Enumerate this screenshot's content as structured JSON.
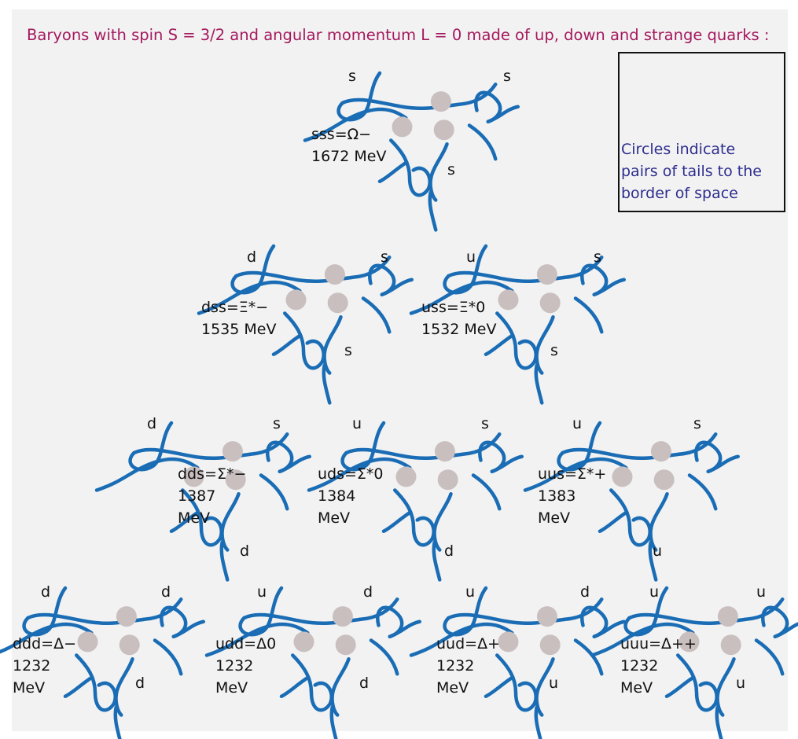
{
  "title": "Baryons with spin S = 3/2 and angular momentum L = 0 made of up, down and strange quarks :",
  "legend": {
    "text_lines": [
      "Circles indicate",
      "pairs of tails to the",
      "border of space"
    ]
  },
  "colors": {
    "title": "#a4195e",
    "strand": "#1a6db5",
    "circle": "#c9bfbf",
    "legend_text": "#2e2e8f"
  },
  "baryons": [
    {
      "id": "omega_minus",
      "formula": "sss=Ω−",
      "mass": [
        "1672 MeV"
      ],
      "quarks": [
        "s",
        "s",
        "s"
      ]
    },
    {
      "id": "xi_star_minus",
      "formula": "dss=Ξ*−",
      "mass": [
        "1535 MeV"
      ],
      "quarks": [
        "d",
        "s",
        "s"
      ]
    },
    {
      "id": "xi_star_zero",
      "formula": "uss=Ξ*0",
      "mass": [
        "1532 MeV"
      ],
      "quarks": [
        "u",
        "s",
        "s"
      ]
    },
    {
      "id": "sigma_star_minus",
      "formula": "dds=Σ*−",
      "mass": [
        "1387",
        "MeV"
      ],
      "quarks": [
        "d",
        "s",
        "d"
      ]
    },
    {
      "id": "sigma_star_zero",
      "formula": "uds=Σ*0",
      "mass": [
        "1384",
        "MeV"
      ],
      "quarks": [
        "u",
        "s",
        "d"
      ]
    },
    {
      "id": "sigma_star_plus",
      "formula": "uus=Σ*+",
      "mass": [
        "1383",
        "MeV"
      ],
      "quarks": [
        "u",
        "s",
        "u"
      ]
    },
    {
      "id": "delta_minus",
      "formula": "ddd=Δ−",
      "mass": [
        "1232",
        "MeV"
      ],
      "quarks": [
        "d",
        "d",
        "d"
      ]
    },
    {
      "id": "delta_zero",
      "formula": "udd=Δ0",
      "mass": [
        "1232",
        "MeV"
      ],
      "quarks": [
        "u",
        "d",
        "d"
      ]
    },
    {
      "id": "delta_plus",
      "formula": "uud=Δ+",
      "mass": [
        "1232",
        "MeV"
      ],
      "quarks": [
        "u",
        "d",
        "u"
      ]
    },
    {
      "id": "delta_plusplus",
      "formula": "uuu=Δ++",
      "mass": [
        "1232",
        "MeV"
      ],
      "quarks": [
        "u",
        "u",
        "u"
      ]
    }
  ]
}
